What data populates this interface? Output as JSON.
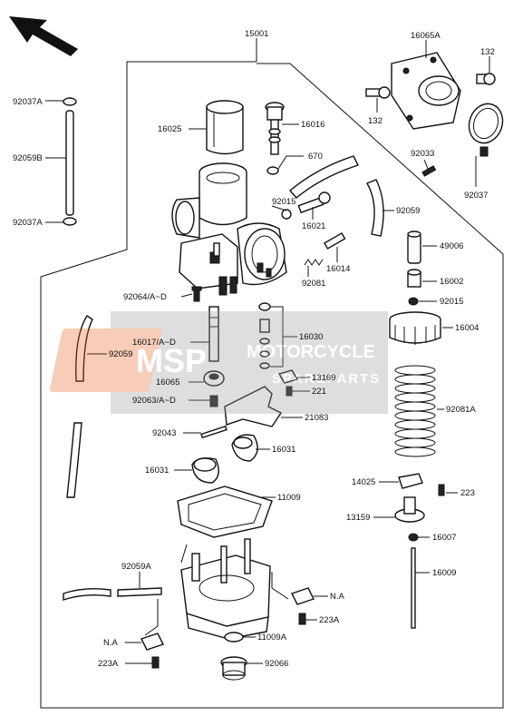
{
  "labels": {
    "l15001": "15001",
    "l16065A": "16065A",
    "l132a": "132",
    "l132b": "132",
    "l92037A_top": "92037A",
    "l92059B": "92059B",
    "l92037A_bot": "92037A",
    "l16025": "16025",
    "l16016": "16016",
    "l670": "670",
    "l92015a": "92015",
    "l16021": "16021",
    "l92059a": "92059",
    "l92033": "92033",
    "l92037": "92037",
    "l49006": "49006",
    "l16014": "16014",
    "l92081": "92081",
    "l16002": "16002",
    "l92015b": "92015",
    "l92064": "92064/A~D",
    "l16004": "16004",
    "l16030": "16030",
    "l16017": "16017/A~D",
    "l92059b": "92059",
    "l13169": "13169",
    "l16065": "16065",
    "l221": "221",
    "l92063": "92063/A~D",
    "l92081A": "92081A",
    "l21083": "21083",
    "l92043": "92043",
    "l16031a": "16031",
    "l16031b": "16031",
    "l14025": "14025",
    "l223a": "223",
    "l11009": "11009",
    "l13159": "13159",
    "l16007": "16007",
    "l16009": "16009",
    "l92059A": "92059A",
    "lNA1": "N.A",
    "l223A1": "223A",
    "lNA2": "N.A",
    "l11009A": "11009A",
    "l223A2": "223A",
    "l92066": "92066"
  },
  "watermark": {
    "badge": "MSP",
    "title": "MOTORCYCLE",
    "subtitle": "SPAREPARTS",
    "accent": "#e8632a"
  },
  "icons": {
    "direction": "front-direction-arrow-icon"
  }
}
